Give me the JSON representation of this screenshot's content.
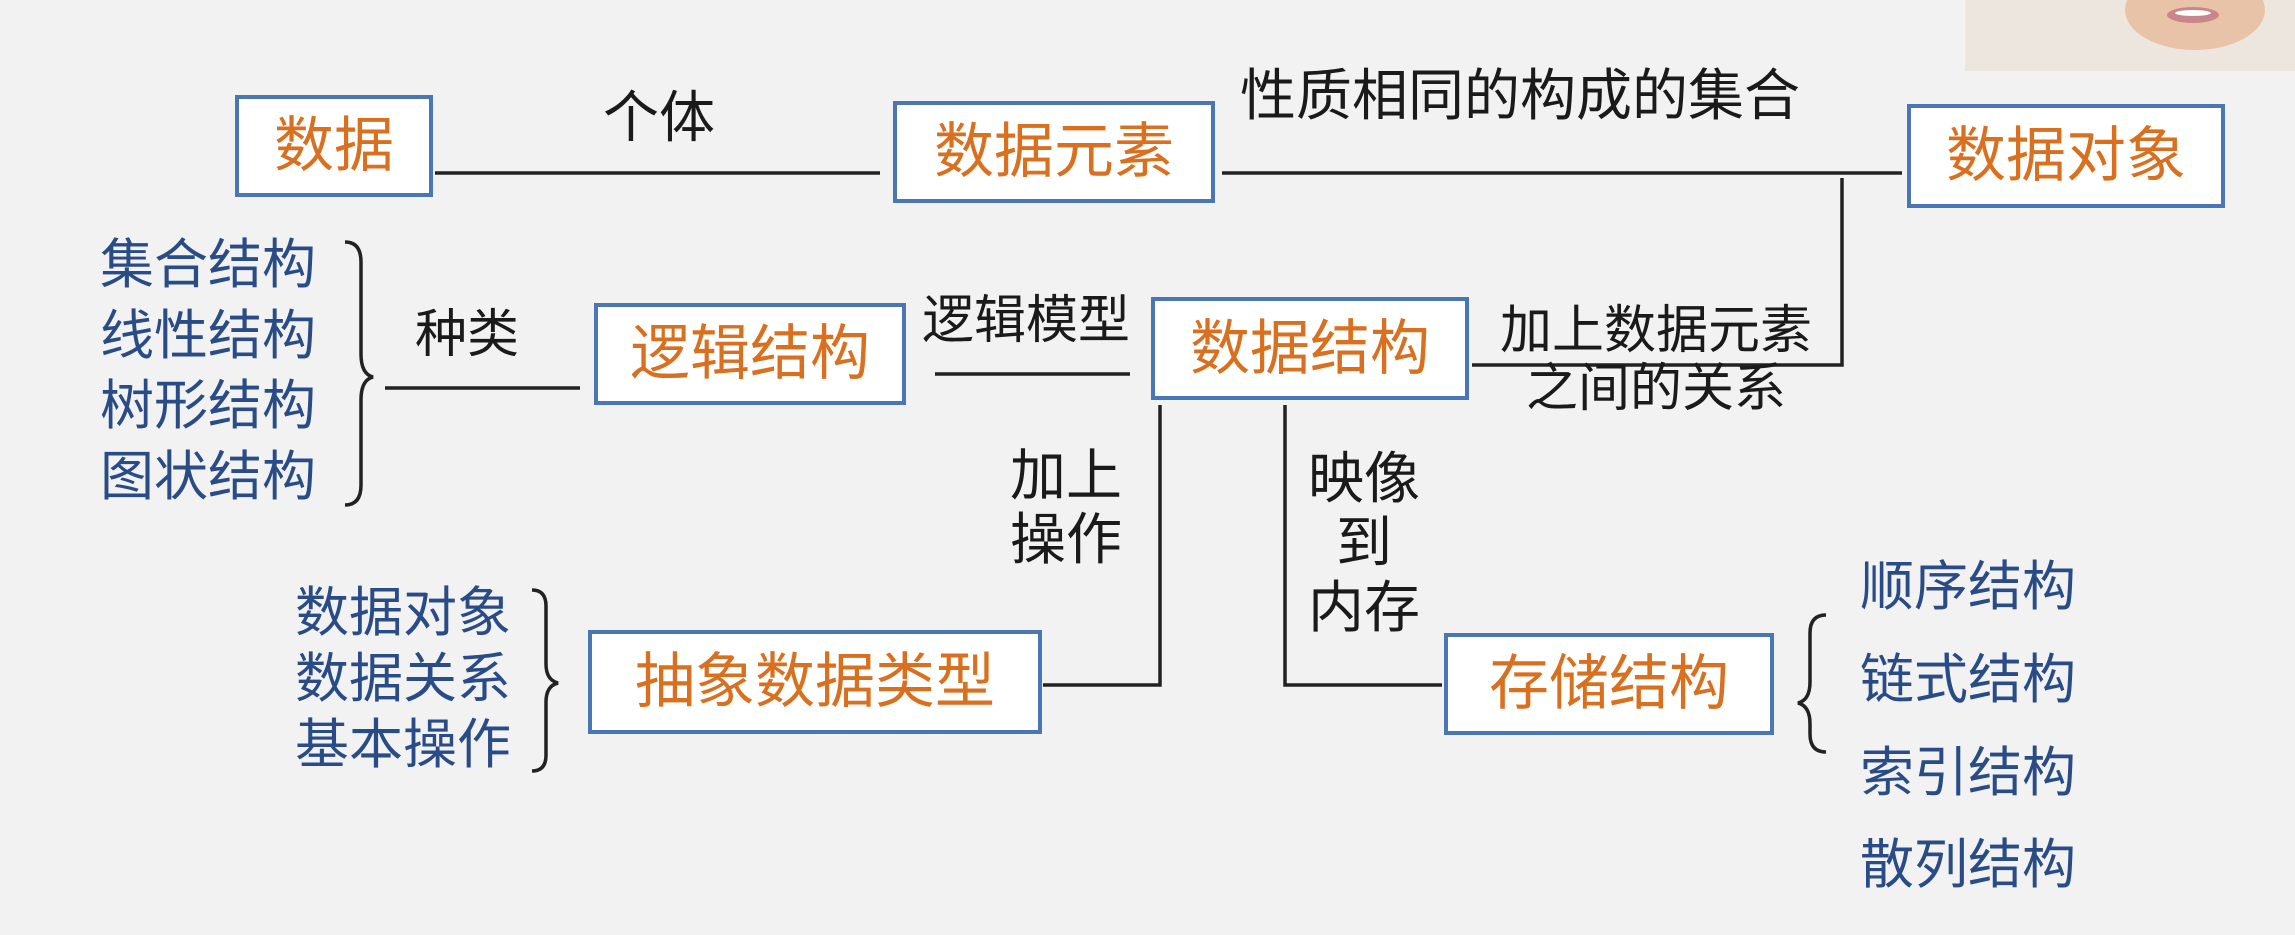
{
  "boxes": {
    "shuju": "数据",
    "shuju_yuansu": "数据元素",
    "shuju_duixiang": "数据对象",
    "luoji_jiegou": "逻辑结构",
    "shuju_jiegou": "数据结构",
    "chouxiang_shuju_leixing": "抽象数据类型",
    "cunchu_jiegou": "存储结构"
  },
  "labels": {
    "geti": "个体",
    "xingzhi": "性质相同的构成的集合",
    "zhonglei": "种类",
    "luoji_moxing": "逻辑模型",
    "jiashang_guanxi_line1": "加上数据元素",
    "jiashang_guanxi_line2": "之间的关系",
    "jiashang_caozuo_line1": "加上",
    "jiashang_caozuo_line2": "操作",
    "yingxiang_line1": "映像",
    "yingxiang_line2": "到",
    "yingxiang_line3": "内存"
  },
  "logical_kinds": [
    "集合结构",
    "线性结构",
    "树形结构",
    "图状结构"
  ],
  "adt_parts": [
    "数据对象",
    "数据关系",
    "基本操作"
  ],
  "storage_kinds": [
    "顺序结构",
    "链式结构",
    "索引结构",
    "散列结构"
  ],
  "colors": {
    "box_border": "#4a77b4",
    "box_text": "#d9701f",
    "list_text": "#2a4c86",
    "label_text": "#1a1a1a",
    "background": "#f2f2f2"
  }
}
